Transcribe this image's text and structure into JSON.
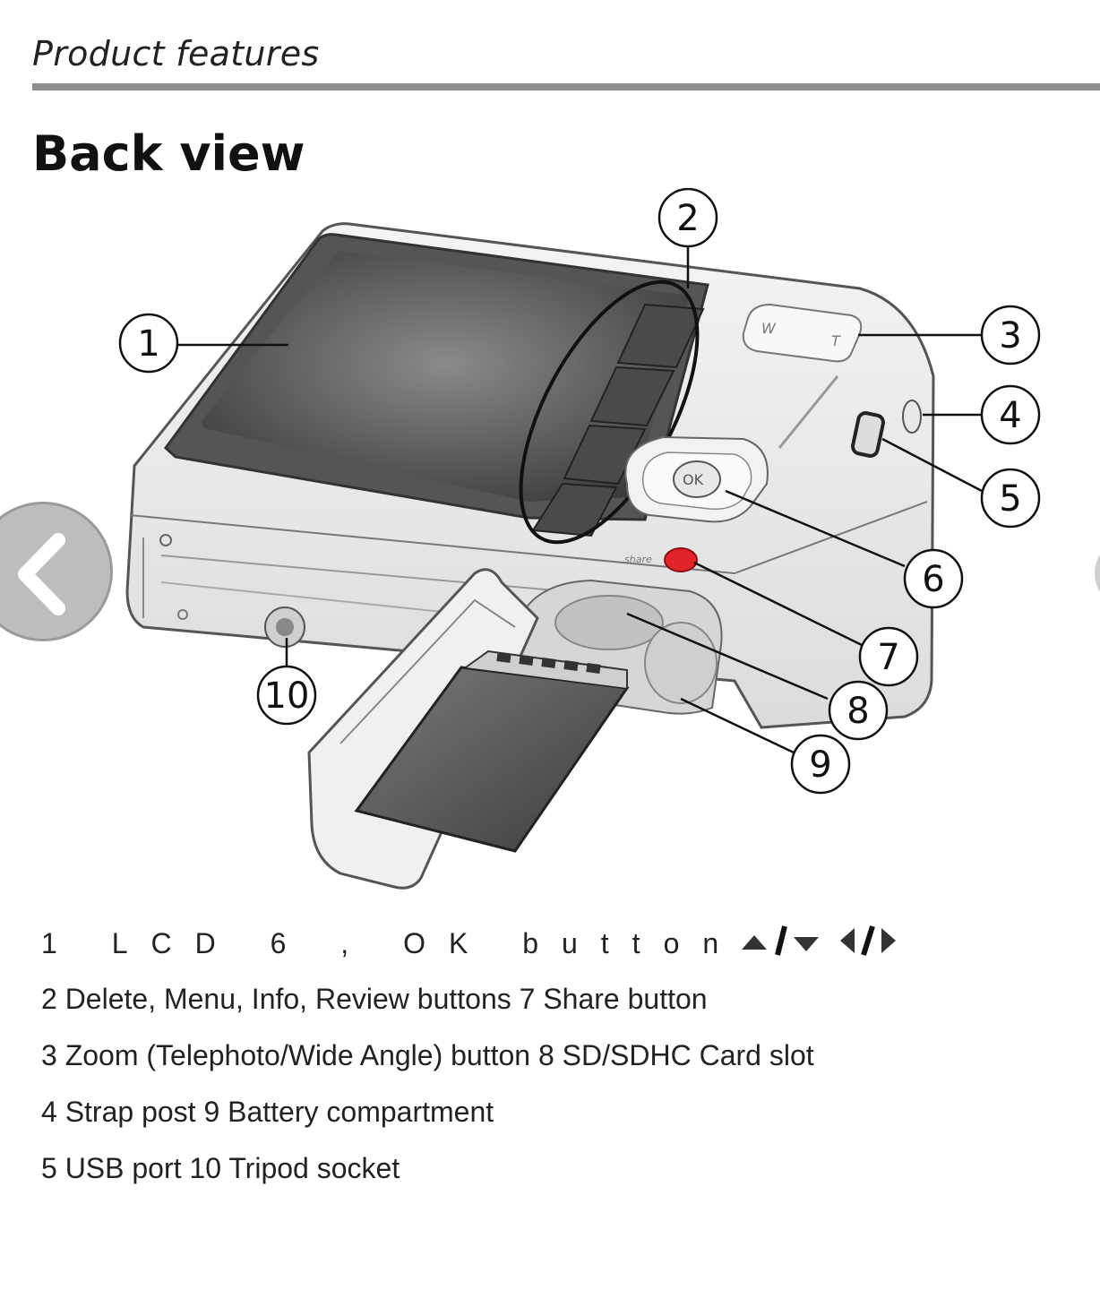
{
  "header": {
    "running_head": "Product features",
    "section_title": "Back view"
  },
  "callouts": [
    "1",
    "2",
    "3",
    "4",
    "5",
    "6",
    "7",
    "8",
    "9",
    "10"
  ],
  "camera": {
    "zoom_wide_label": "W",
    "zoom_tele_label": "T",
    "ok_label": "OK",
    "share_label": "share"
  },
  "legend": {
    "line1": "1 LCD 6 , OK button",
    "line2": "2 Delete, Menu, Info, Review buttons 7 Share button",
    "line3": "3 Zoom (Telephoto/Wide Angle) button 8 SD/SDHC Card slot",
    "line4": "4 Strap post 9 Battery compartment",
    "line5": "5 USB port 10 Tripod socket"
  },
  "icons": {
    "nav_previous": "chevron-left-icon",
    "nav_next": "chevron-right-icon",
    "direction_arrows": "up-down-left-right-arrows-icon"
  }
}
